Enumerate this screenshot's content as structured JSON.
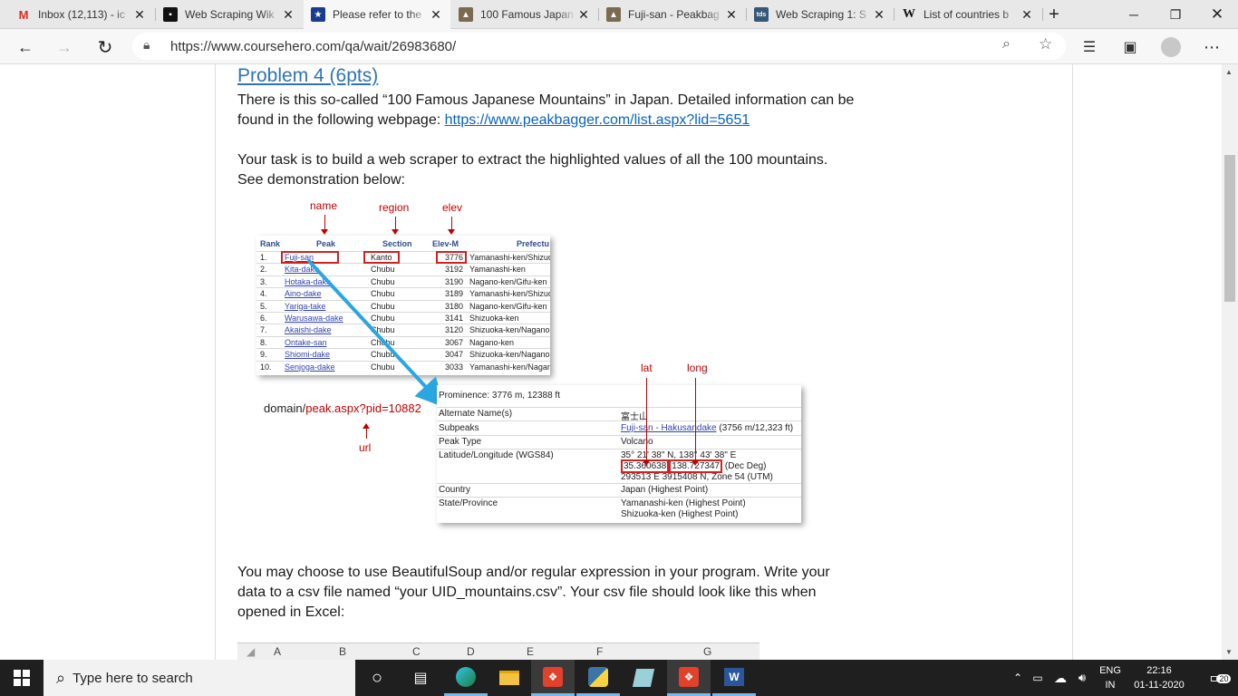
{
  "browser": {
    "tabs": [
      {
        "icon": "gmail-icon",
        "label": "Inbox (12,113) - ic",
        "close": "✕"
      },
      {
        "icon": "video-icon",
        "label": "Web Scraping Wik",
        "close": "✕"
      },
      {
        "icon": "coursehero-icon",
        "label": "Please refer to the",
        "close": "✕",
        "active": true
      },
      {
        "icon": "mountain-icon",
        "label": "100 Famous Japan",
        "close": "✕"
      },
      {
        "icon": "mountain-icon",
        "label": "Fuji-san - Peakbag",
        "close": "✕"
      },
      {
        "icon": "tds-icon",
        "label": "Web Scraping 1: S",
        "close": "✕"
      },
      {
        "icon": "wikipedia-icon",
        "label": "List of countries b",
        "close": "✕"
      }
    ],
    "new_tab": "+",
    "url": "https://www.coursehero.com/qa/wait/26983680/"
  },
  "document": {
    "heading": "Problem 4 (6pts)",
    "para1_line1": "There is this so-called “100 Famous Japanese Mountains” in Japan. Detailed information can be",
    "para1_line2_prefix": "found in the following webpage: ",
    "para1_link": "https://www.peakbagger.com/list.aspx?lid=5651",
    "para2_line1": "Your task is to build a web scraper to extract the highlighted values of all the 100 mountains.",
    "para2_line2": "See demonstration below:",
    "para3_line1": "You may choose to use BeautifulSoup and/or regular expression in your program. Write your",
    "para3_line2": "data to a csv file named “your UID_mountains.csv”. Your csv file should look like this when",
    "para3_line3": "opened in Excel:"
  },
  "figure": {
    "annot_name": "name",
    "annot_region": "region",
    "annot_elev": "elev",
    "annot_lat": "lat",
    "annot_long": "long",
    "annot_url": "url",
    "url_domain": "domain/",
    "url_path": "peak.aspx?pid=10882",
    "table_headers": {
      "rank": "Rank",
      "peak": "Peak",
      "section": "Section",
      "elev": "Elev-M",
      "prefecture": "Prefectu"
    },
    "table_rows": [
      {
        "rank": "1.",
        "peak": "Fuji-san",
        "section": "Kanto",
        "elev": "3776",
        "pref": "Yamanashi-ken/Shizuo"
      },
      {
        "rank": "2.",
        "peak": "Kita-dake",
        "section": "Chubu",
        "elev": "3192",
        "pref": "Yamanashi-ken"
      },
      {
        "rank": "3.",
        "peak": "Hotaka-dake",
        "section": "Chubu",
        "elev": "3190",
        "pref": "Nagano-ken/Gifu-ken"
      },
      {
        "rank": "4.",
        "peak": "Aino-dake",
        "section": "Chubu",
        "elev": "3189",
        "pref": "Yamanashi-ken/Shizuo"
      },
      {
        "rank": "5.",
        "peak": "Yariga-take",
        "section": "Chubu",
        "elev": "3180",
        "pref": "Nagano-ken/Gifu-ken"
      },
      {
        "rank": "6.",
        "peak": "Warusawa-dake",
        "section": "Chubu",
        "elev": "3141",
        "pref": "Shizuoka-ken"
      },
      {
        "rank": "7.",
        "peak": "Akaishi-dake",
        "section": "Chubu",
        "elev": "3120",
        "pref": "Shizuoka-ken/Nagano"
      },
      {
        "rank": "8.",
        "peak": "Ontake-san",
        "section": "Chubu",
        "elev": "3067",
        "pref": "Nagano-ken"
      },
      {
        "rank": "9.",
        "peak": "Shiomi-dake",
        "section": "Chubu",
        "elev": "3047",
        "pref": "Shizuoka-ken/Nagano"
      },
      {
        "rank": "10.",
        "peak": "Senjoga-dake",
        "section": "Chubu",
        "elev": "3033",
        "pref": "Yamanashi-ken/Nagan"
      }
    ],
    "detail": {
      "prominence": "Prominence: 3776 m, 12388 ft",
      "alt_name_label": "Alternate Name(s)",
      "alt_name_value": "富士山",
      "subpeaks_label": "Subpeaks",
      "subpeaks_link": "Fuji-san - Hakusandake",
      "subpeaks_rest": " (3756 m/12,323 ft)",
      "peak_type_label": "Peak Type",
      "peak_type_value": "Volcano",
      "latlong_label": "Latitude/Longitude (WGS84)",
      "latlong_dms": "35° 21' 38\" N, 138° 43' 38\" E",
      "lat_deg": "35.360638",
      "long_deg": "138.727347",
      "dec_deg": " (Dec Deg)",
      "utm": "293513 E 3915408 N, Zone 54 (UTM)",
      "country_label": "Country",
      "country_value": "Japan (Highest Point)",
      "state_label": "State/Province",
      "state_value1": "Yamanashi-ken (Highest Point)",
      "state_value2": "Shizuoka-ken (Highest Point)"
    }
  },
  "excel_columns": [
    "A",
    "B",
    "C",
    "D",
    "E",
    "F",
    "G"
  ],
  "taskbar": {
    "search_placeholder": "Type here to search",
    "lang1": "ENG",
    "lang2": "IN",
    "time": "22:16",
    "date": "01-11-2020",
    "notification_count": "20"
  }
}
